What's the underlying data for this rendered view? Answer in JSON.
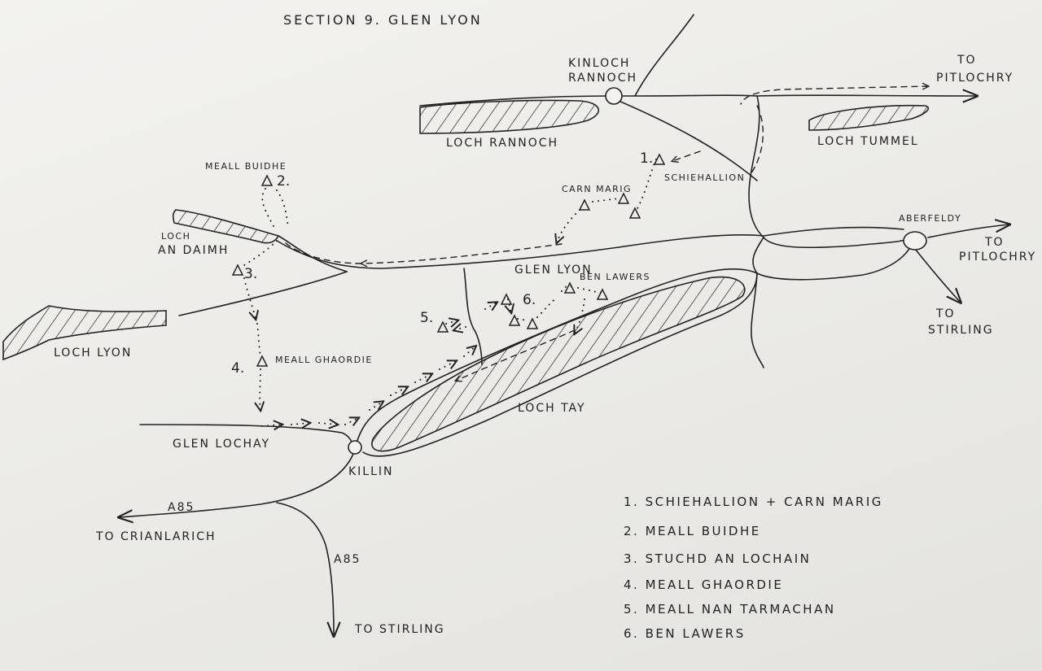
{
  "title": "SECTION 9.  GLEN LYON",
  "lochs": {
    "rannoch": "LOCH RANNOCH",
    "tummel": "LOCH TUMMEL",
    "an_daimh_1": "LOCH",
    "an_daimh_2": "AN DAIMH",
    "lyon": "LOCH LYON",
    "tay": "LOCH TAY"
  },
  "towns": {
    "kinloch_1": "KINLOCH",
    "kinloch_2": "RANNOCH",
    "aberfeldy": "ABERFELDY",
    "killin": "KILLIN"
  },
  "glens": {
    "lyon": "GLEN LYON",
    "lochay": "GLEN LOCHAY"
  },
  "directions": {
    "to_pitlochry_top_1": "TO",
    "to_pitlochry_top_2": "PITLOCHRY",
    "to_pitlochry_right_1": "TO",
    "to_pitlochry_right_2": "PITLOCHRY",
    "to_stirling_right_1": "TO",
    "to_stirling_right_2": "STIRLING",
    "to_crianlarich": "TO CRIANLARICH",
    "to_stirling_bottom": "TO STIRLING"
  },
  "roads": {
    "a85_west": "A85",
    "a85_south": "A85"
  },
  "peaks": {
    "meall_buidhe": "MEALL BUIDHE",
    "carn_marig": "CARN MARIG",
    "schiehallion": "SCHIEHALLION",
    "meall_ghaordie": "MEALL GHAORDIE",
    "ben_lawers": "BEN LAWERS"
  },
  "route_numbers": {
    "n1": "1.",
    "n2": "2.",
    "n3": "3.",
    "n4": "4.",
    "n5": "5.",
    "n6": "6."
  },
  "legend": [
    "1.  SCHIEHALLION + CARN MARIG",
    "2.  MEALL BUIDHE",
    "3.  STUCHD AN LOCHAIN",
    "4.  MEALL GHAORDIE",
    "5.  MEALL NAN TARMACHAN",
    "6.  BEN LAWERS"
  ]
}
